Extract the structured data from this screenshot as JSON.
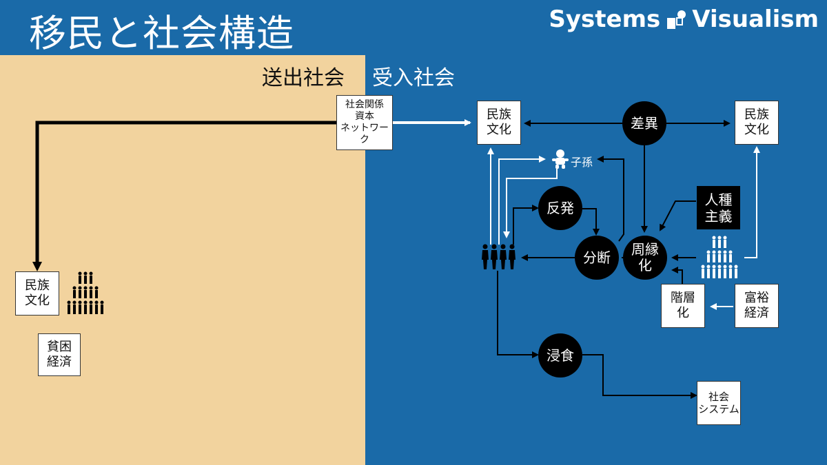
{
  "header": {
    "title": "移民と社会構造",
    "brand": "Systems Visualism"
  },
  "regions": {
    "sending": "送出社会",
    "receiving": "受入社会"
  },
  "nodes": {
    "network": "社会関係\n資本\nネットワーク",
    "culture_left": "民族\n文化",
    "poverty": "貧困\n経済",
    "culture_mid": "民族\n文化",
    "culture_right": "民族\n文化",
    "difference": "差異",
    "descendants": "子孫",
    "backlash": "反発",
    "division": "分断",
    "marginalization": "周縁\n化",
    "racism": "人種\n主義",
    "stratification": "階層\n化",
    "affluence": "富裕\n経済",
    "erosion": "浸食",
    "social_system": "社会\nシステム"
  },
  "colors": {
    "header_blue": "#1a6aa8",
    "sending_bg": "#f2d39e",
    "node_black": "#000000",
    "arrow_white": "#ffffff"
  }
}
